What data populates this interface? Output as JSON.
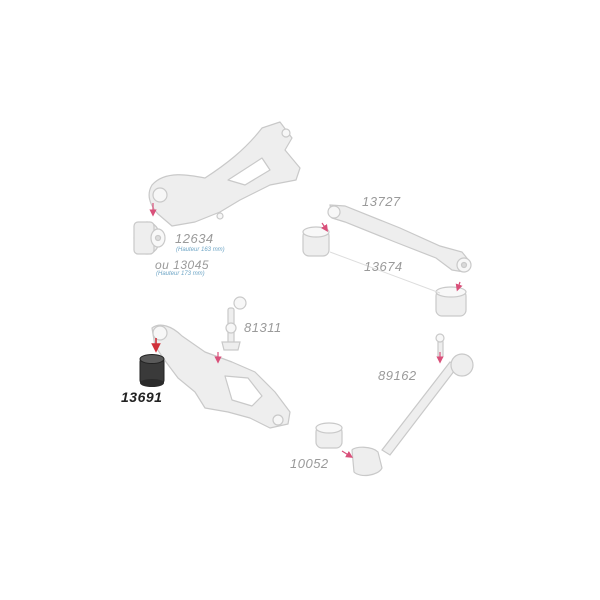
{
  "colors": {
    "ghost_part_fill": "#eeeeee",
    "ghost_part_stroke": "#c9c9c9",
    "highlight_part_fill": "#3a3a3a",
    "arrow": "#d9507a",
    "arrow_highlight": "#d0303a",
    "label": "#9a9a9a",
    "label_highlight": "#222222",
    "note": "#6fa6c6"
  },
  "parts": [
    {
      "id": "part-12634",
      "number": "12634",
      "note": "(Hauteur 163 mm)",
      "highlighted": false
    },
    {
      "id": "part-13045",
      "number": "ou 13045",
      "note": "(Hauteur 173 mm)",
      "highlighted": false
    },
    {
      "id": "part-13727",
      "number": "13727",
      "note": "",
      "highlighted": false
    },
    {
      "id": "part-13674",
      "number": "13674",
      "note": "",
      "highlighted": false
    },
    {
      "id": "part-81311",
      "number": "81311",
      "note": "",
      "highlighted": false
    },
    {
      "id": "part-13691",
      "number": "13691",
      "note": "",
      "highlighted": true
    },
    {
      "id": "part-89162",
      "number": "89162",
      "note": "",
      "highlighted": false
    },
    {
      "id": "part-10052",
      "number": "10052",
      "note": "",
      "highlighted": false
    }
  ]
}
